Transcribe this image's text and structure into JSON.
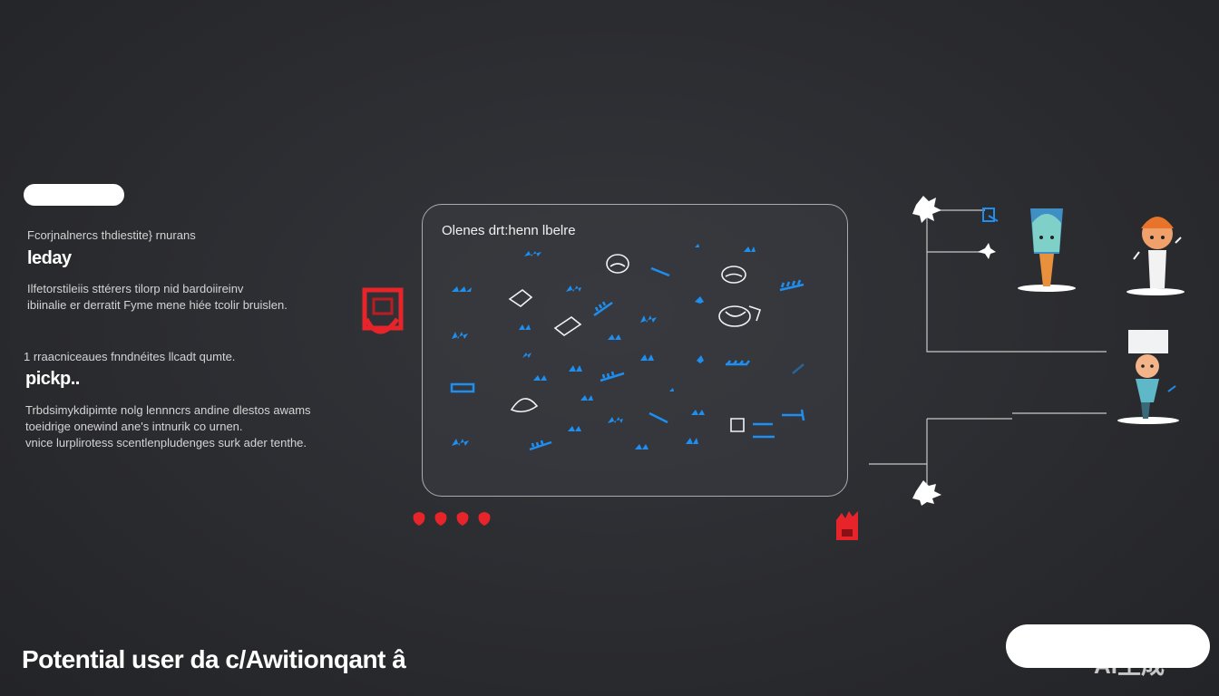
{
  "left_column": {
    "section1": {
      "caption": "Fcorjnalnercs thdiestite} rnurans",
      "heading": "leday",
      "body": [
        "Ilfetorstileiis sttérers tilorp nid bardoiireinv",
        "ibiinalie er derratit Fyme mene hiée tcolir bruislen."
      ]
    },
    "section2": {
      "caption": "1 rraacniceaues  fnndnéites llcadt qumte.",
      "heading": "pickp..",
      "body": [
        "Trbdsimykdipimte nolg lennncrs andine dlestos awams",
        "toeidrige  onewind ane's intnurik co urnen.",
        "vnice lurplirotess scentlenpludenges surk ader tenthe."
      ]
    }
  },
  "panel": {
    "title": "Olenes drt:henn lbelre"
  },
  "bottom": {
    "title": "Potential user da c/Awitionqant â"
  },
  "watermark": {
    "text": "AI生成"
  },
  "colors": {
    "background": "#2b2c30",
    "accent_blue": "#1e8ff0",
    "accent_red": "#e8242b",
    "line": "#c8c8c8",
    "white": "#ffffff"
  },
  "icons": {
    "panel_marks": "blue-glyph-icon",
    "doodles": "sketch-doodle-icon",
    "red_left": "red-mark-icon",
    "red_bottom": "red-cluster-icon",
    "red_right": "red-flag-icon",
    "nodes": "splat-node-icon",
    "people": "person-avatar-icon"
  }
}
